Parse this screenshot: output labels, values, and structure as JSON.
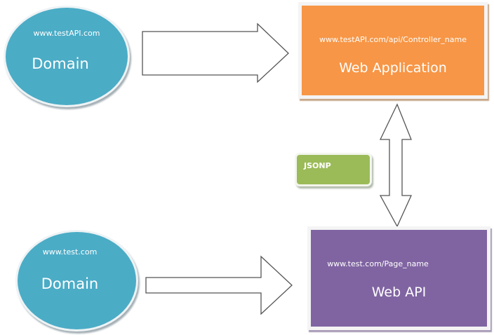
{
  "colors": {
    "domain": "#4bacc6",
    "web_application": "#f79646",
    "web_api": "#8064a2",
    "jsonp": "#9bbb59"
  },
  "top_domain": {
    "url": "www.testAPI.com",
    "label": "Domain"
  },
  "web_application": {
    "url": "www.testAPI.com/api/Controller_name",
    "label": "Web Application"
  },
  "jsonp": {
    "label": "JSONP"
  },
  "bottom_domain": {
    "url": "www.test.com",
    "label": "Domain"
  },
  "web_api": {
    "url": "www.test.com/Page_name",
    "label": "Web API"
  }
}
